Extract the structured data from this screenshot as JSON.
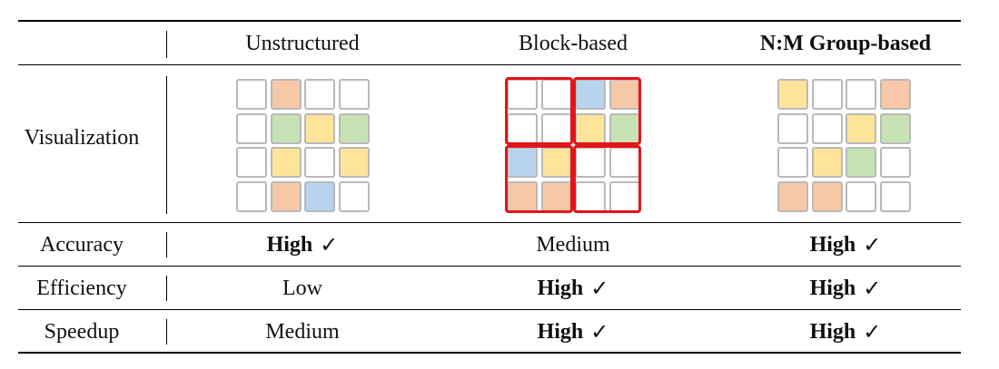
{
  "colors": {
    "empty": "#ffffff",
    "orange": "#f6c8a8",
    "green": "#c7e2b5",
    "yellow": "#fde49a",
    "blue": "#b8d3ee",
    "cell_border": "#b9b9b9",
    "block_border": "#e3141b"
  },
  "columns": [
    "Unstructured",
    "Block-based",
    "N:M Group-based"
  ],
  "rows": {
    "visualization": "Visualization",
    "accuracy": {
      "label": "Accuracy",
      "values": [
        {
          "text": "High",
          "bold": true,
          "check": "✓"
        },
        {
          "text": "Medium",
          "bold": false,
          "check": ""
        },
        {
          "text": "High",
          "bold": true,
          "check": "✓"
        }
      ]
    },
    "efficiency": {
      "label": "Efficiency",
      "values": [
        {
          "text": "Low",
          "bold": false,
          "check": ""
        },
        {
          "text": "High",
          "bold": true,
          "check": "✓"
        },
        {
          "text": "High",
          "bold": true,
          "check": "✓"
        }
      ]
    },
    "speedup": {
      "label": "Speedup",
      "values": [
        {
          "text": "Medium",
          "bold": false,
          "check": ""
        },
        {
          "text": "High",
          "bold": true,
          "check": "✓"
        },
        {
          "text": "High",
          "bold": true,
          "check": "✓"
        }
      ]
    }
  },
  "grids": {
    "unstructured": [
      [
        "empty",
        "orange",
        "empty",
        "empty"
      ],
      [
        "empty",
        "green",
        "yellow",
        "green"
      ],
      [
        "empty",
        "yellow",
        "empty",
        "yellow"
      ],
      [
        "empty",
        "orange",
        "blue",
        "empty"
      ]
    ],
    "block": [
      [
        "empty",
        "empty",
        "blue",
        "orange"
      ],
      [
        "empty",
        "empty",
        "yellow",
        "green"
      ],
      [
        "blue",
        "yellow",
        "empty",
        "empty"
      ],
      [
        "orange",
        "orange",
        "empty",
        "empty"
      ]
    ],
    "nm": [
      [
        "yellow",
        "empty",
        "empty",
        "orange"
      ],
      [
        "empty",
        "empty",
        "yellow",
        "green"
      ],
      [
        "empty",
        "yellow",
        "green",
        "empty"
      ],
      [
        "orange",
        "orange",
        "empty",
        "empty"
      ]
    ]
  }
}
